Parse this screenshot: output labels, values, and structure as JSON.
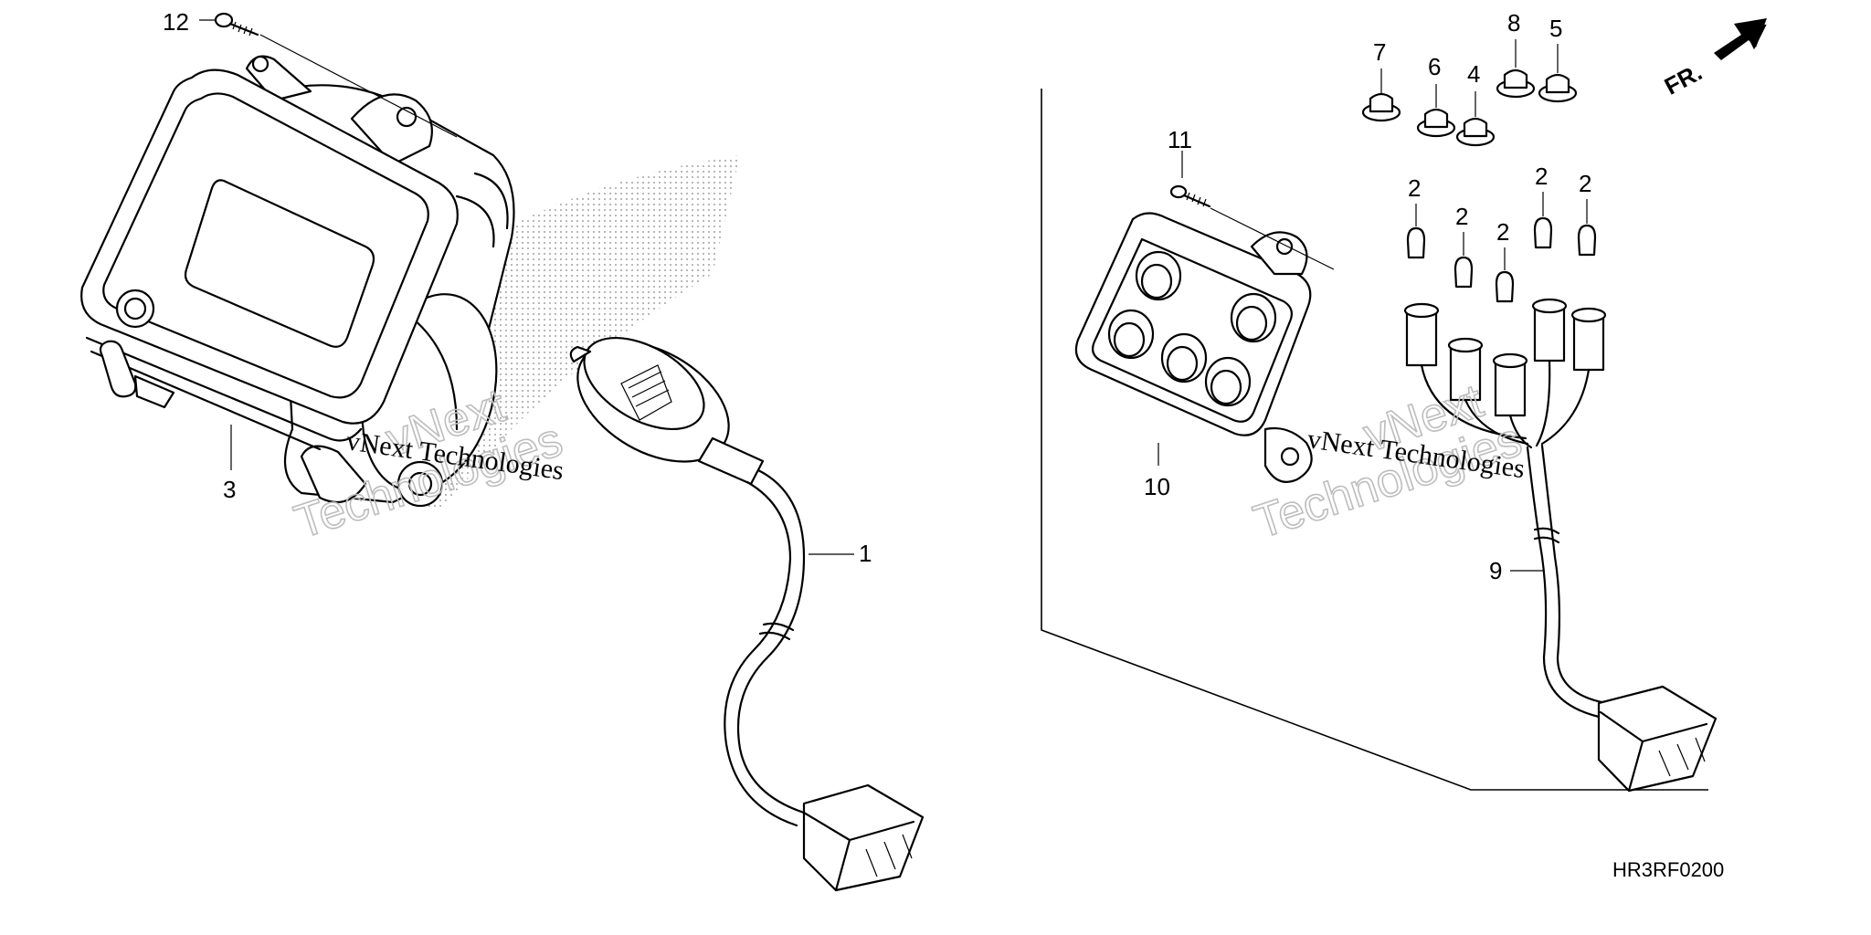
{
  "diagram": {
    "callouts": [
      {
        "id": "c12",
        "text": "12"
      },
      {
        "id": "c3",
        "text": "3"
      },
      {
        "id": "c1",
        "text": "1"
      },
      {
        "id": "c11",
        "text": "11"
      },
      {
        "id": "c10",
        "text": "10"
      },
      {
        "id": "c9",
        "text": "9"
      },
      {
        "id": "c7",
        "text": "7"
      },
      {
        "id": "c6",
        "text": "6"
      },
      {
        "id": "c4",
        "text": "4"
      },
      {
        "id": "c8",
        "text": "8"
      },
      {
        "id": "c5",
        "text": "5"
      },
      {
        "id": "c2a",
        "text": "2"
      },
      {
        "id": "c2b",
        "text": "2"
      },
      {
        "id": "c2c",
        "text": "2"
      },
      {
        "id": "c2d",
        "text": "2"
      },
      {
        "id": "c2e",
        "text": "2"
      }
    ],
    "front_marker": "FR.",
    "drawing_code": "HR3RF0200",
    "watermark": {
      "line1": "vNext Technologies",
      "line2a": "vNext",
      "line2b": "Technologies"
    }
  }
}
